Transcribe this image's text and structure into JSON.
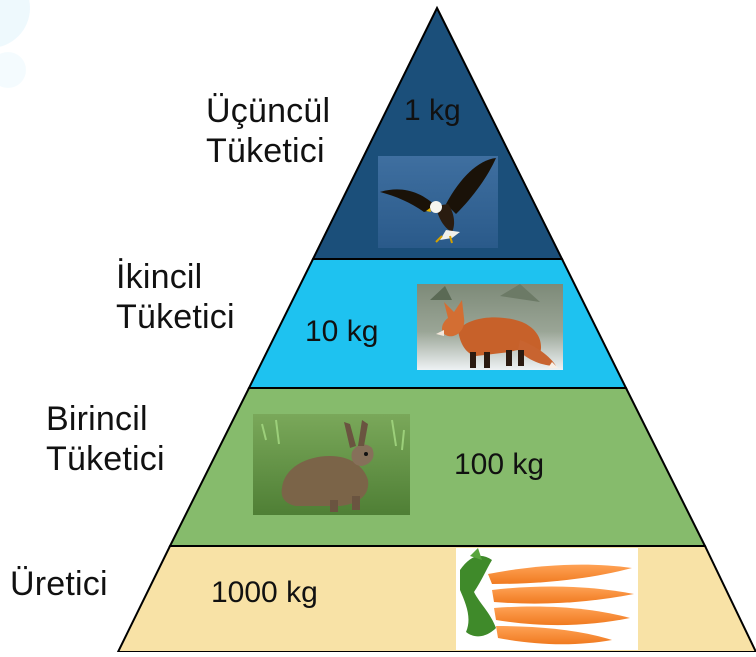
{
  "levels": [
    {
      "name_line1": "Üçüncül",
      "name_line2": "Tüketici",
      "mass": "1 kg",
      "color": "#1b4f7a",
      "image": "eagle"
    },
    {
      "name_line1": "İkincil",
      "name_line2": "Tüketici",
      "mass": "10 kg",
      "color": "#1ec2f0",
      "image": "fox"
    },
    {
      "name_line1": "Birincil",
      "name_line2": "Tüketici",
      "mass": "100 kg",
      "color": "#86bb6c",
      "image": "hare"
    },
    {
      "name_line1": "Üretici",
      "name_line2": "",
      "mass": "1000 kg",
      "color": "#f8e2a6",
      "image": "carrots"
    }
  ]
}
